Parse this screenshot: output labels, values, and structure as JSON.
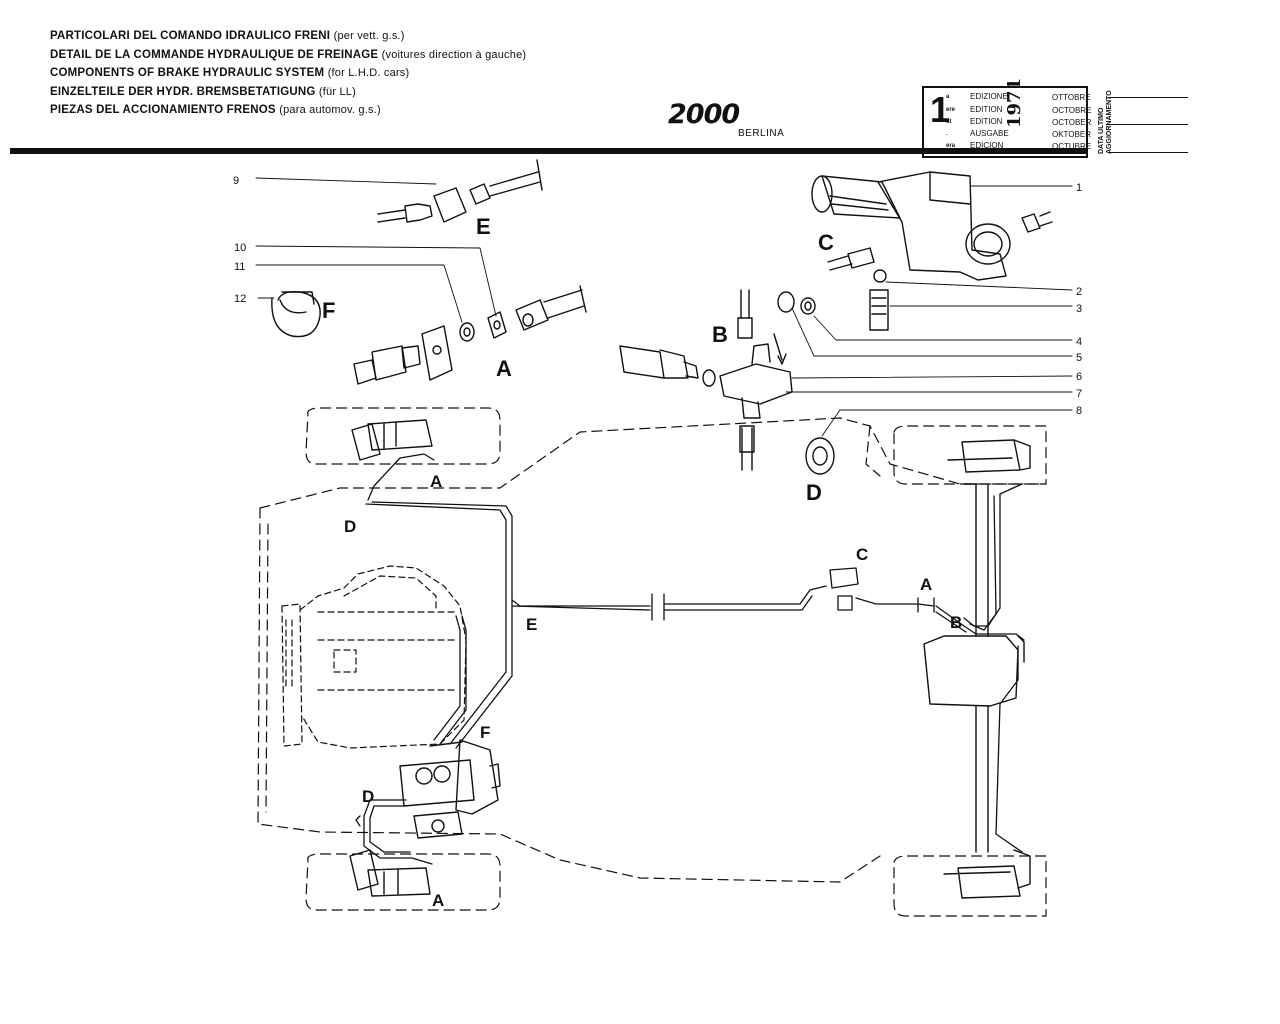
{
  "header": {
    "titles": [
      {
        "main": "PARTICOLARI DEL COMANDO IDRAULICO FRENI",
        "sub": "(per vett. g.s.)"
      },
      {
        "main": "DETAIL DE LA COMMANDE HYDRAULIQUE DE FREINAGE",
        "sub": "(voitures direction à gauche)"
      },
      {
        "main": "COMPONENTS OF BRAKE HYDRAULIC SYSTEM",
        "sub": "(for L.H.D. cars)"
      },
      {
        "main": "EINZELTEILE DER HYDR. BREMSBETATIGUNG",
        "sub": "(für LL)"
      },
      {
        "main": "PIEZAS DEL ACCIONAMIENTO FRENOS",
        "sub": "(para automov. g.s.)"
      }
    ],
    "logo": "2000",
    "model": "BERLINA"
  },
  "edition_box": {
    "number": "1",
    "suffixes": [
      "a",
      "ere",
      "st",
      ".",
      "era"
    ],
    "words": [
      "EDIZIONE",
      "EDITION",
      "EDITION",
      "AUSGABE",
      "EDICION"
    ],
    "months": [
      "OTTOBRE",
      "OCTOBRE",
      "OCTOBER",
      "OKTOBER",
      "OCTUBRE"
    ],
    "year": "1971",
    "vertical_label_1": "DATA ULTIMO",
    "vertical_label_2": "AGGIORNAMENTO"
  },
  "part_numbers": [
    "1",
    "2",
    "3",
    "4",
    "5",
    "6",
    "7",
    "8",
    "9",
    "10",
    "11",
    "12"
  ],
  "group_letters": {
    "exploded": [
      "E",
      "F",
      "A",
      "C",
      "B",
      "D"
    ],
    "layout": [
      "A",
      "D",
      "E",
      "C",
      "A",
      "B",
      "F",
      "D",
      "A"
    ]
  }
}
